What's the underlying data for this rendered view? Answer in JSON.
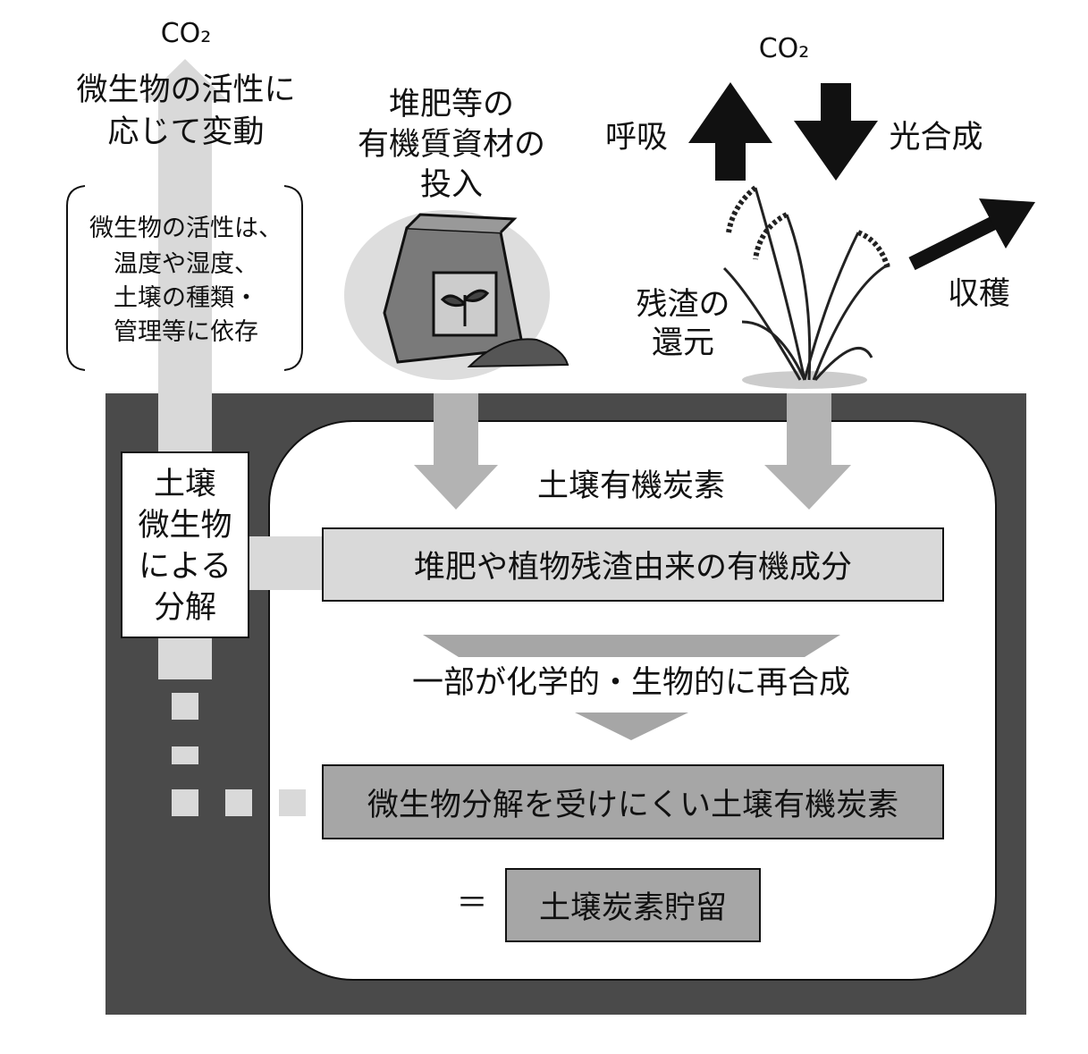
{
  "left": {
    "co2_label": "CO₂",
    "variation_label": [
      "微生物の活性に",
      "応じて変動"
    ],
    "note": [
      "微生物の活性は、",
      "温度や湿度、",
      "土壌の種類・",
      "管理等に依存"
    ],
    "decomposition_box": [
      "土壌",
      "微生物",
      "による",
      "分解"
    ]
  },
  "input": {
    "label": [
      "堆肥等の",
      "有機質資材の",
      "投入"
    ]
  },
  "plant": {
    "co2_label": "CO₂",
    "respiration": "呼吸",
    "photosynthesis": "光合成",
    "residue_return": [
      "残渣の",
      "還元"
    ],
    "harvest": "収穫"
  },
  "soil": {
    "title": "土壌有機炭素",
    "organic_component": "堆肥や植物残渣由来の有機成分",
    "resynthesis": "一部が化学的・生物的に再合成",
    "resistant_carbon": "微生物分解を受けにくい土壌有機炭素",
    "equals": "＝",
    "storage": "土壌炭素貯留"
  },
  "colors": {
    "soil_dark": "#4a4a4a",
    "light_gray": "#d9d9d9",
    "mid_gray": "#a6a6a6",
    "arrow_gray": "#b3b3b3",
    "black": "#111111"
  }
}
